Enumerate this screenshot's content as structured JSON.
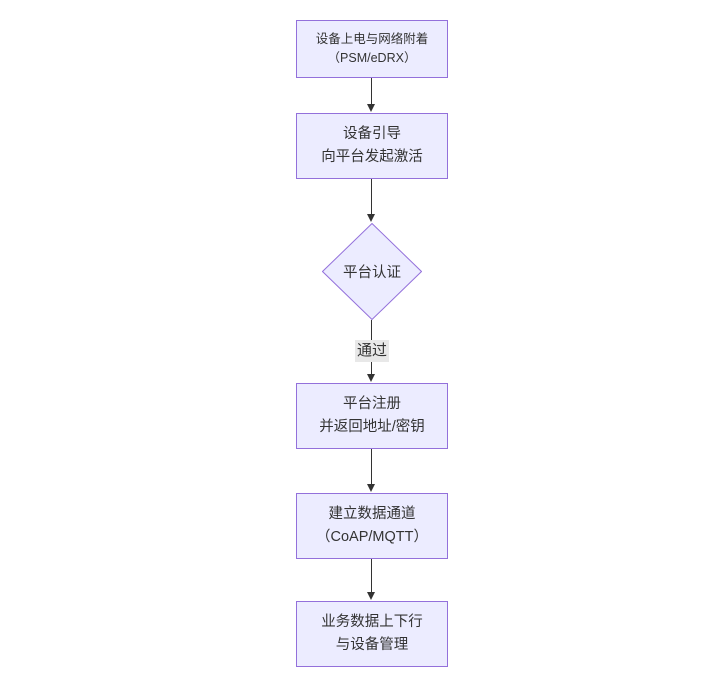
{
  "diagram": {
    "type": "flowchart",
    "direction": "top-down",
    "nodes": [
      {
        "id": "A",
        "shape": "rect",
        "line1": "设备上电与网络附着",
        "line2": "（PSM/eDRX）"
      },
      {
        "id": "B",
        "shape": "rect",
        "line1": "设备引导",
        "line2": "向平台发起激活"
      },
      {
        "id": "C",
        "shape": "diamond",
        "line1": "平台认证",
        "line2": ""
      },
      {
        "id": "D",
        "shape": "rect",
        "line1": "平台注册",
        "line2": "并返回地址/密钥"
      },
      {
        "id": "E",
        "shape": "rect",
        "line1": "建立数据通道",
        "line2": "（CoAP/MQTT）"
      },
      {
        "id": "F",
        "shape": "rect",
        "line1": "业务数据上下行",
        "line2": "与设备管理"
      }
    ],
    "edges": [
      {
        "from": "A",
        "to": "B",
        "label": ""
      },
      {
        "from": "B",
        "to": "C",
        "label": ""
      },
      {
        "from": "C",
        "to": "D",
        "label": "通过"
      },
      {
        "from": "D",
        "to": "E",
        "label": ""
      },
      {
        "from": "E",
        "to": "F",
        "label": ""
      }
    ],
    "colors": {
      "node_fill": "#ECECFF",
      "node_border": "#9370DB",
      "edge_line": "#333333",
      "edge_label_bg": "#e8e8e8",
      "text": "#333333",
      "background": "#ffffff"
    }
  }
}
